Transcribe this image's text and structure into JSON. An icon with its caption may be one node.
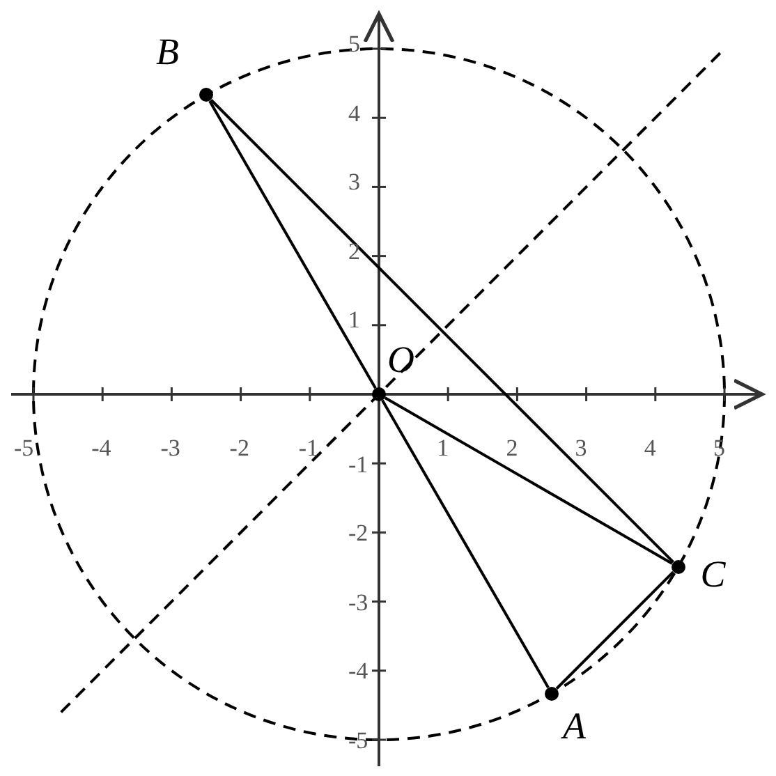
{
  "diagram": {
    "nodes": [
      {
        "text": [
          "B"
        ]
      },
      {
        "text": [
          "O"
        ]
      },
      {
        "text": [
          "C"
        ]
      },
      {
        "text": [
          "A"
        ]
      }
    ],
    "edges": [
      {
        "from": 0,
        "to": 1,
        "arrow": "none"
      },
      {
        "from": 0,
        "to": 2,
        "arrow": "none"
      },
      {
        "from": 1,
        "to": 2,
        "arrow": "none"
      },
      {
        "from": 1,
        "to": 3,
        "arrow": "none"
      },
      {
        "from": 2,
        "to": 3,
        "arrow": "none"
      }
    ],
    "labels": [
      "5",
      "4",
      "3",
      "2",
      "1",
      "-5",
      "-4",
      "-3",
      "-2",
      "-1",
      "1",
      "2",
      "3",
      "4",
      "5",
      "-1",
      "-2",
      "-3",
      "-4",
      "-5"
    ]
  }
}
